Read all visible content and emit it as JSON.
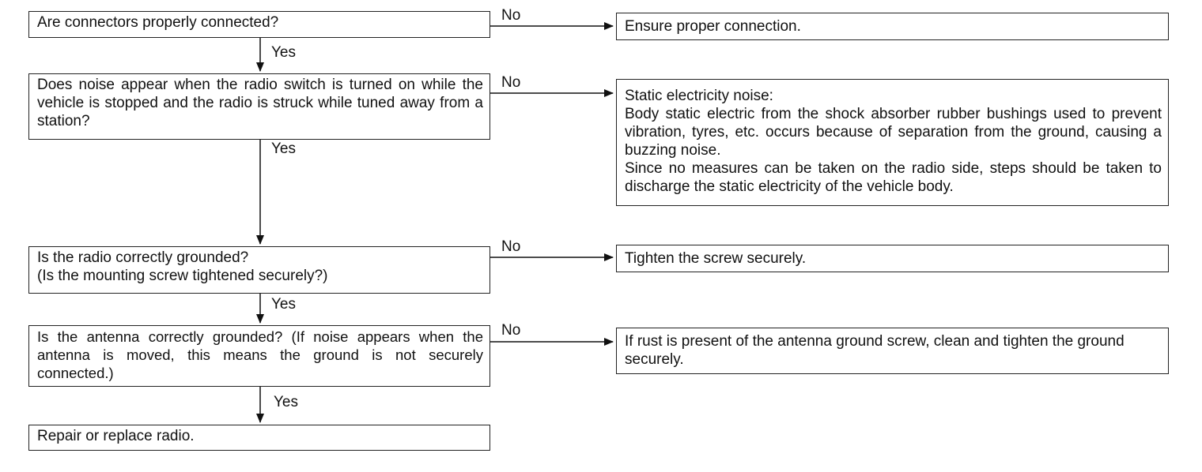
{
  "flowchart": {
    "questions": [
      {
        "text": "Are connectors properly connected?",
        "no_label": "No",
        "no_result": [
          "Ensure proper connection."
        ],
        "yes_label": "Yes"
      },
      {
        "text": "Does noise appear when the radio switch is turned on while the vehicle is stopped and the radio is struck while tuned away from a station?",
        "no_label": "No",
        "no_result": [
          "Static electricity noise:",
          "Body static electric from the shock absorber rubber bushings used to prevent vibration, tyres, etc. occurs because of separation from the ground, causing a buzzing noise.",
          "Since no measures can be taken on the radio side, steps should be taken to discharge the static electricity of the vehicle body."
        ],
        "yes_label": "Yes"
      },
      {
        "text_lines": [
          "Is the radio correctly grounded?",
          "(Is the mounting screw tightened securely?)"
        ],
        "no_label": "No",
        "no_result": [
          "Tighten the screw securely."
        ],
        "yes_label": "Yes"
      },
      {
        "text": "Is the antenna correctly grounded? (If noise appears when the antenna is moved, this means the ground is not securely connected.)",
        "no_label": "No",
        "no_result": [
          "If rust is present of the antenna ground screw, clean and tighten the ground securely."
        ],
        "yes_label": "Yes"
      }
    ],
    "final_step": "Repair or replace radio."
  }
}
